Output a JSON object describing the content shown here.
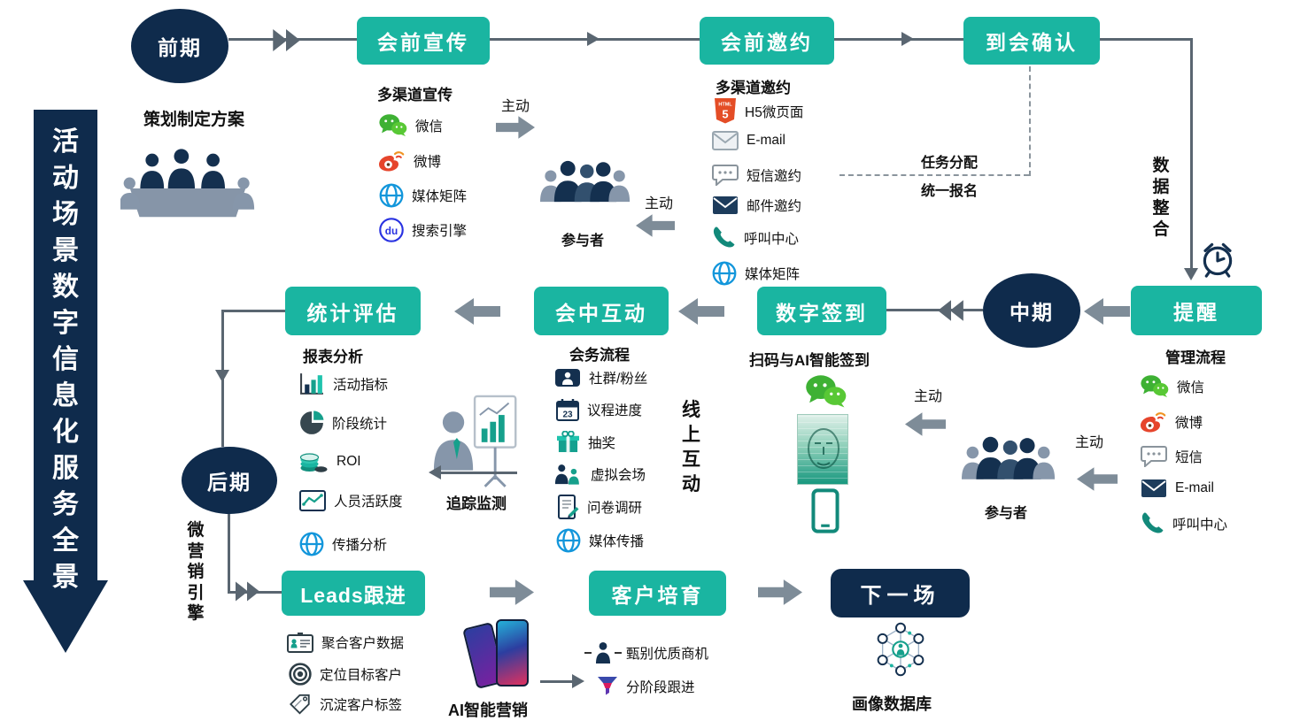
{
  "banner": {
    "text": "活动场景数字信息化服务全景"
  },
  "stages": {
    "early": "前期",
    "mid": "中期",
    "late": "后期"
  },
  "flow": {
    "pre_promotion": "会前宣传",
    "pre_invitation": "会前邀约",
    "arrival_confirmation": "到会确认",
    "reminder": "提醒",
    "digital_checkin": "数字签到",
    "in_meeting_interaction": "会中互动",
    "statistics_evaluation": "统计评估",
    "leads_followup": "Leads跟进",
    "customer_nurturing": "客户培育",
    "next_event": "下一场"
  },
  "early": {
    "planning": "策划制定方案",
    "promotion": {
      "title": "多渠道宣传",
      "items": [
        {
          "label": "微信",
          "icon": "wechat-icon"
        },
        {
          "label": "微博",
          "icon": "weibo-icon"
        },
        {
          "label": "媒体矩阵",
          "icon": "globe-icon"
        },
        {
          "label": "搜索引擎",
          "icon": "baidu-icon"
        }
      ]
    },
    "active_out": "主动",
    "active_in": "主动",
    "participants": "参与者",
    "invitation": {
      "title": "多渠道邀约",
      "items": [
        {
          "label": "H5微页面",
          "icon": "html5-icon"
        },
        {
          "label": "E-mail",
          "icon": "mail-gray-icon"
        },
        {
          "label": "短信邀约",
          "icon": "sms-icon"
        },
        {
          "label": "邮件邀约",
          "icon": "mail-navy-icon"
        },
        {
          "label": "呼叫中心",
          "icon": "phone-icon"
        },
        {
          "label": "媒体矩阵",
          "icon": "globe-icon"
        }
      ]
    },
    "task_allocation": "任务分配",
    "unified_registration": "统一报名",
    "data_integration": "数据整合"
  },
  "mid": {
    "management": {
      "title": "管理流程",
      "items": [
        {
          "label": "微信",
          "icon": "wechat-icon"
        },
        {
          "label": "微博",
          "icon": "weibo-icon"
        },
        {
          "label": "短信",
          "icon": "sms-icon"
        },
        {
          "label": "E-mail",
          "icon": "mail-navy-icon"
        },
        {
          "label": "呼叫中心",
          "icon": "phone-icon"
        }
      ]
    },
    "checkin_title": "扫码与AI智能签到",
    "active_out": "主动",
    "active_in": "主动",
    "participants": "参与者",
    "agenda": {
      "title": "会务流程",
      "items": [
        {
          "label": "社群/粉丝",
          "icon": "community-icon"
        },
        {
          "label": "议程进度",
          "icon": "calendar-icon"
        },
        {
          "label": "抽奖",
          "icon": "gift-icon"
        },
        {
          "label": "虚拟会场",
          "icon": "virtual-venue-icon"
        },
        {
          "label": "问卷调研",
          "icon": "survey-icon"
        },
        {
          "label": "媒体传播",
          "icon": "globe-icon"
        }
      ]
    },
    "online_interaction": "线上互动",
    "report": {
      "title": "报表分析",
      "items": [
        {
          "label": "活动指标",
          "icon": "bar-chart-icon"
        },
        {
          "label": "阶段统计",
          "icon": "pie-chart-icon"
        },
        {
          "label": "ROI",
          "icon": "coins-icon"
        },
        {
          "label": "人员活跃度",
          "icon": "line-chart-icon"
        },
        {
          "label": "传播分析",
          "icon": "globe-icon"
        }
      ]
    },
    "tracking": "追踪监测"
  },
  "late": {
    "micro_marketing_engine": "微营销引擎",
    "leads_items": [
      {
        "label": "聚合客户数据",
        "icon": "id-card-icon"
      },
      {
        "label": "定位目标客户",
        "icon": "target-icon"
      },
      {
        "label": "沉淀客户标签",
        "icon": "tag-icon"
      }
    ],
    "ai_marketing": "AI智能营销",
    "nurture_items": [
      {
        "label": "甄别优质商机",
        "icon": "person-select-icon"
      },
      {
        "label": "分阶段跟进",
        "icon": "funnel-icon"
      }
    ],
    "portrait_database": "画像数据库"
  },
  "colors": {
    "teal": "#1ab5a1",
    "navy": "#0f2b4c",
    "arrow_gray": "#7e8c98",
    "line_gray": "#5a6671",
    "wechat_green": "#3eb134",
    "weibo_orange": "#e6452c",
    "media_blue": "#1296db",
    "html5_orange": "#e44d26"
  }
}
